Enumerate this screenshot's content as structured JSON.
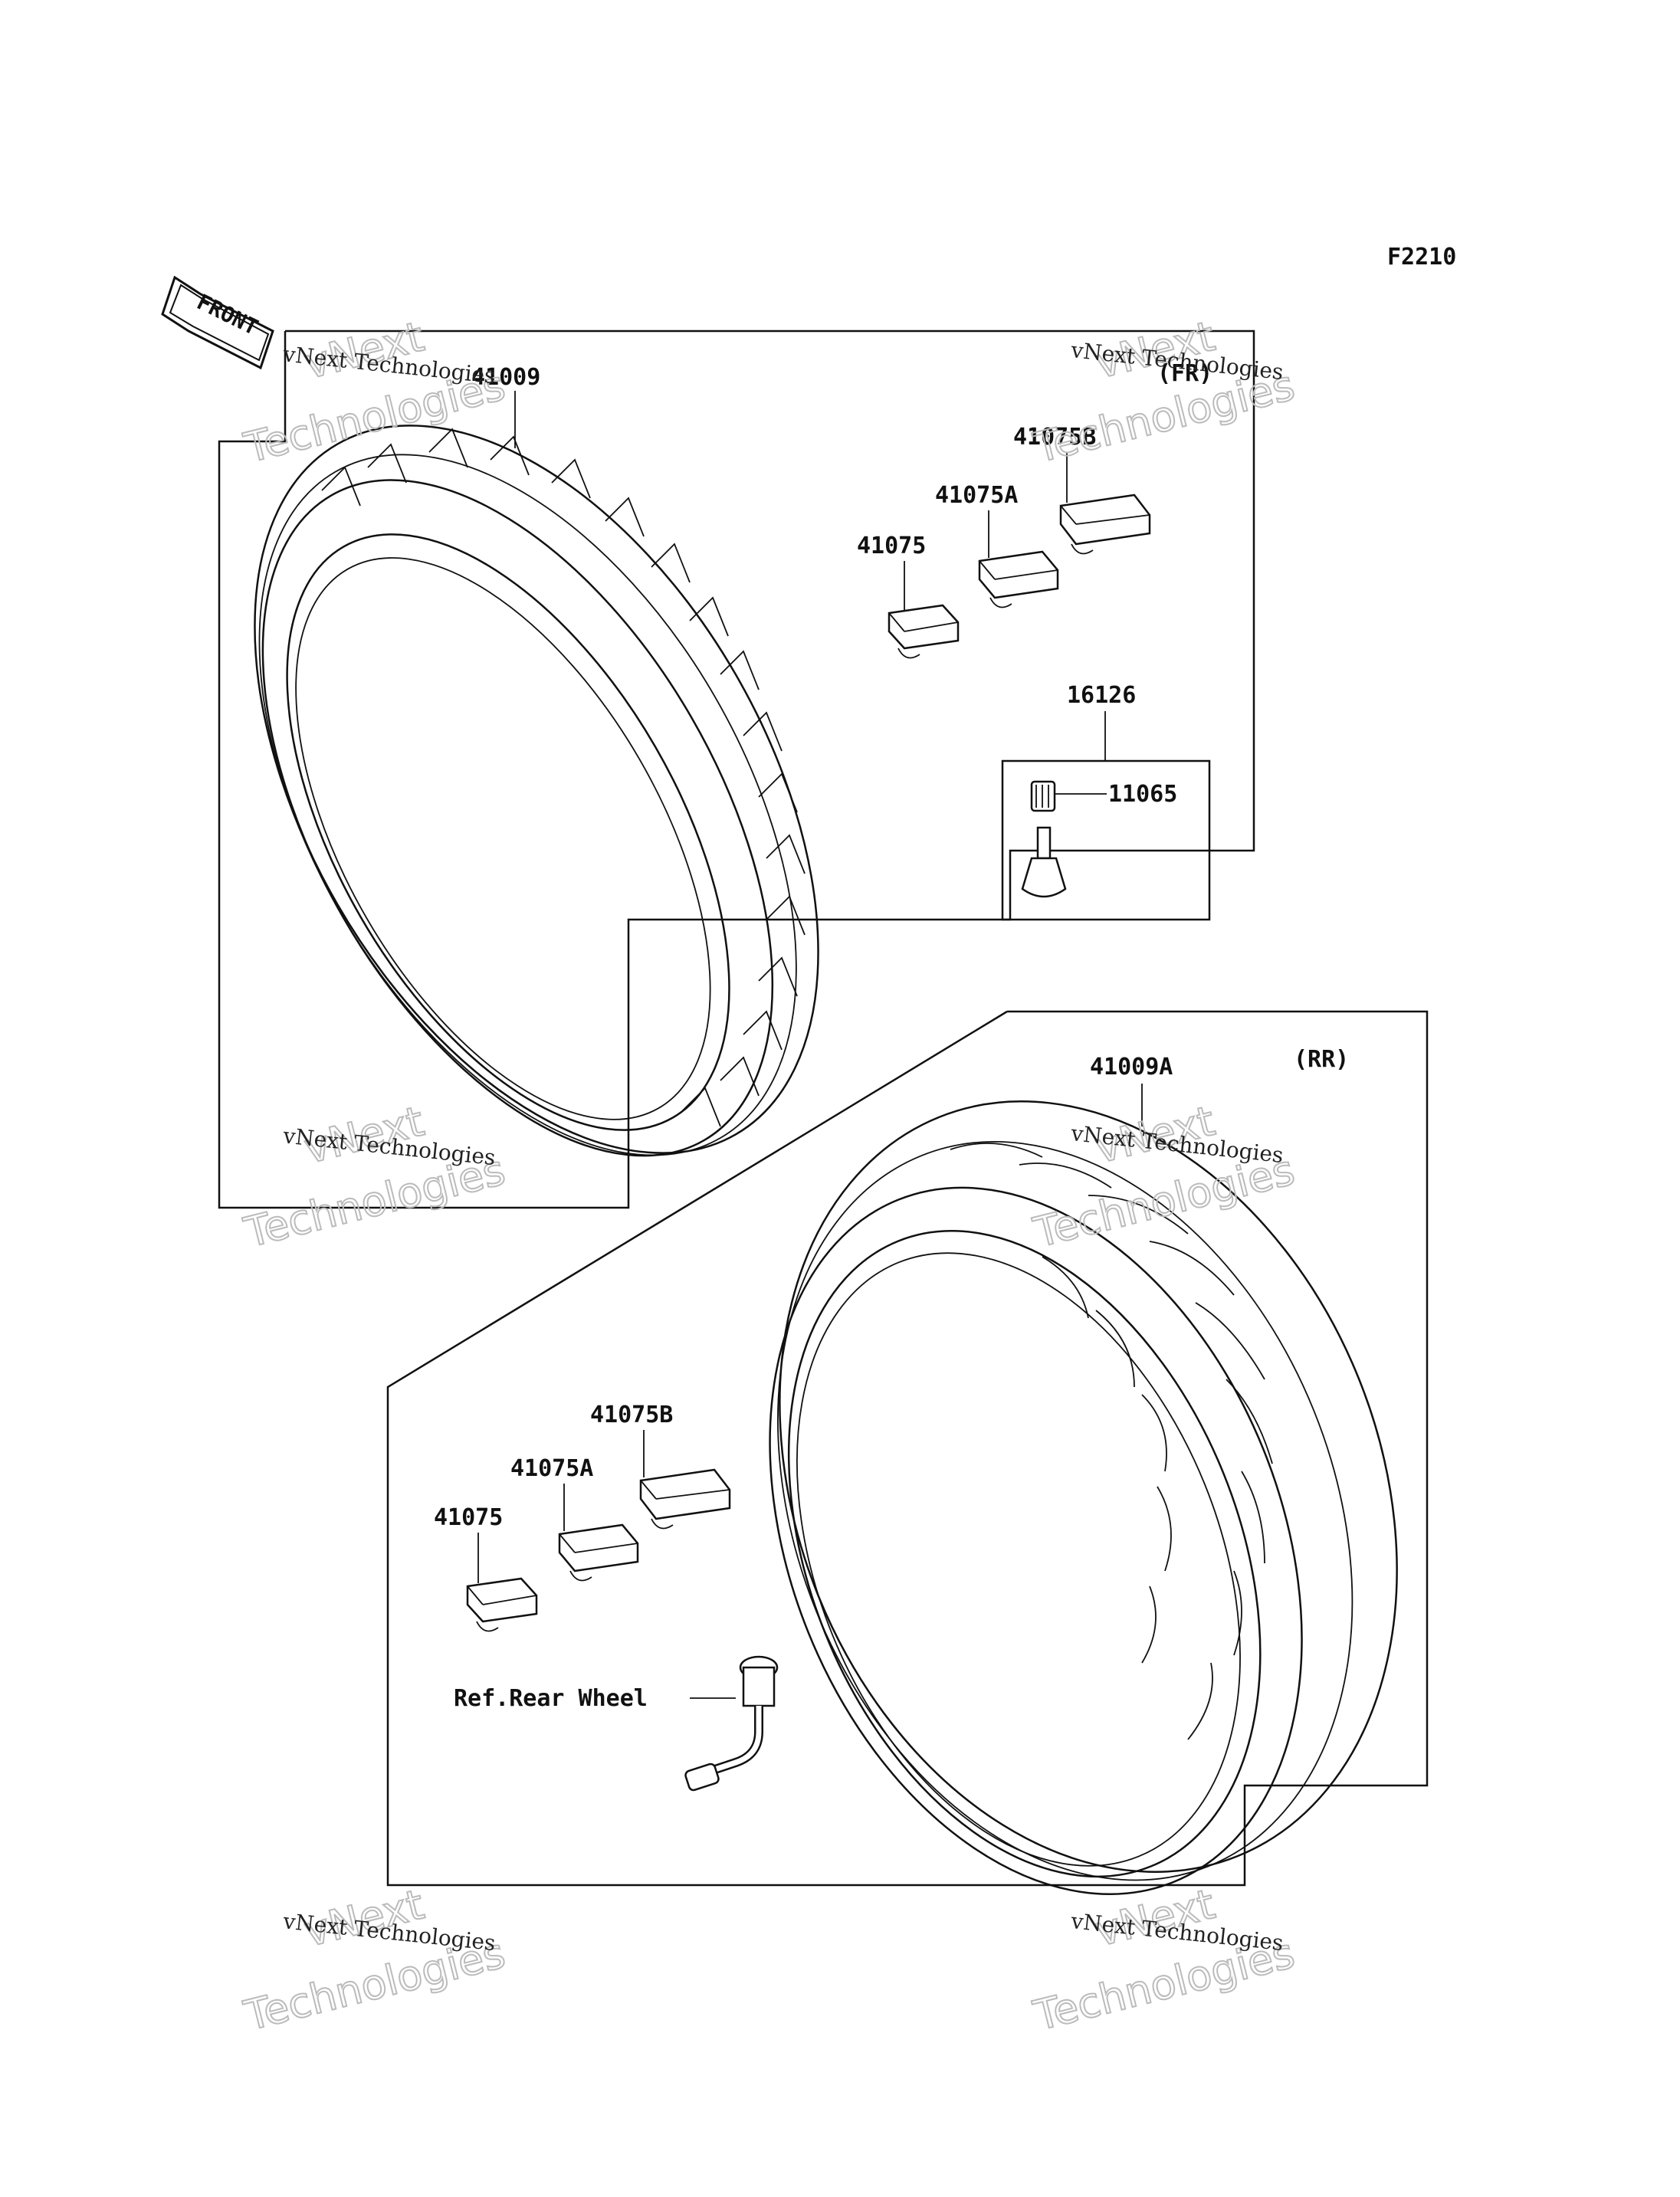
{
  "figure_code": "F2210",
  "front_arrow_label": "FRONT",
  "front_panel": {
    "tag": "(FR)",
    "tire": "41009",
    "weights": [
      "41075",
      "41075A",
      "41075B"
    ],
    "valve_kit": "16126",
    "valve_cap": "11065"
  },
  "rear_panel": {
    "tag": "(RR)",
    "tire": "41009A",
    "weights": [
      "41075",
      "41075A",
      "41075B"
    ],
    "valve_ref": "Ref.Rear Wheel"
  },
  "watermark": {
    "company": "vNext Technologies",
    "line1": "vNext",
    "line2": "Technologies"
  }
}
